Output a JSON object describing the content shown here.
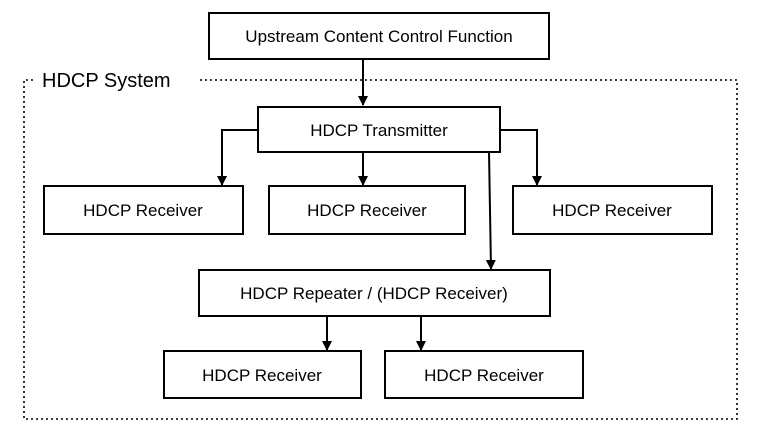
{
  "diagram": {
    "system_label": "HDCP System",
    "upstream": "Upstream Content Control Function",
    "transmitter": "HDCP Transmitter",
    "receiver_left": "HDCP Receiver",
    "receiver_middle": "HDCP Receiver",
    "receiver_right": "HDCP Receiver",
    "repeater": "HDCP Repeater / (HDCP Receiver)",
    "repeater_receiver_left": "HDCP Receiver",
    "repeater_receiver_right": "HDCP Receiver"
  }
}
